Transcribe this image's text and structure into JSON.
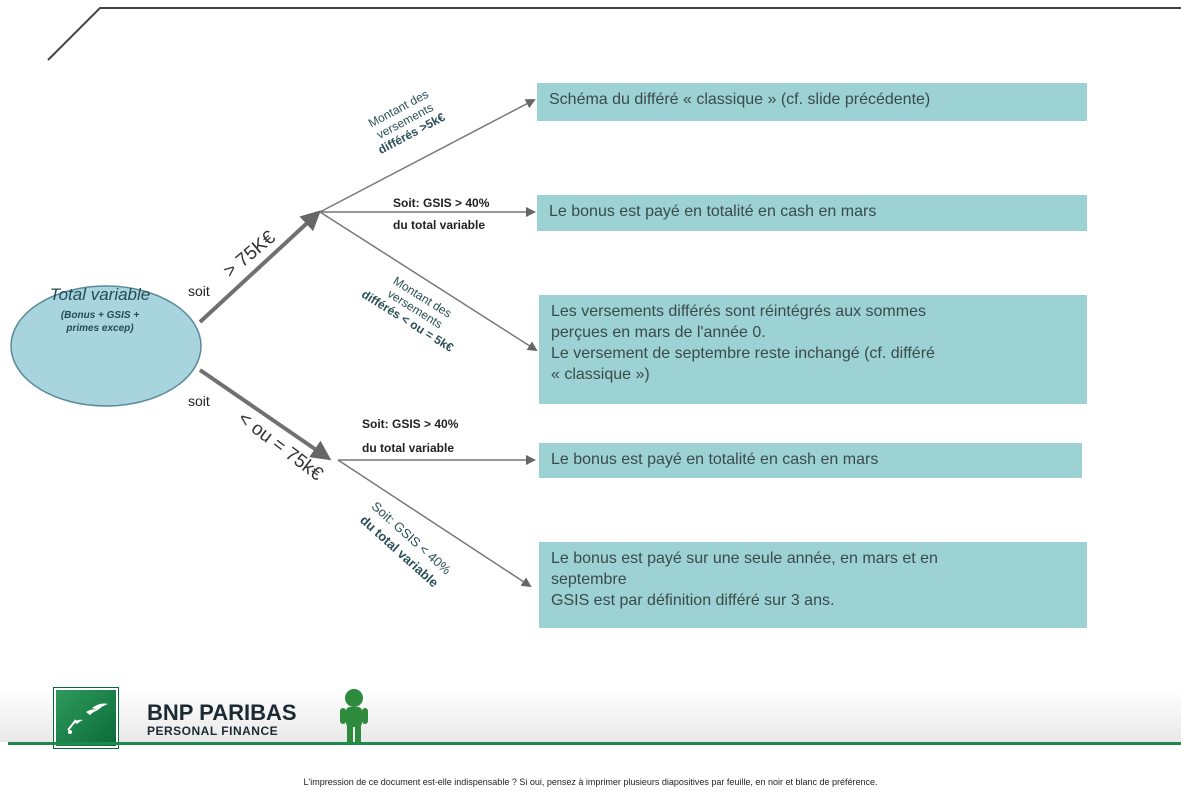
{
  "root": {
    "title": "Total variable",
    "subtitle": "(Bonus + GSIS + primes excep)"
  },
  "branches": {
    "upper": {
      "soit": "soit",
      "label": "> 75K€"
    },
    "lower": {
      "soit": "soit",
      "label": "< ou = 75k€"
    }
  },
  "edge_labels": {
    "upper_top": [
      "Montant des",
      "versements",
      "différés >5k€"
    ],
    "upper_mid": [
      "Soit: GSIS > 40%",
      "du total variable"
    ],
    "upper_bot": [
      "Montant des",
      "versements",
      "différés < ou = 5k€"
    ],
    "lower_top": [
      "Soit: GSIS > 40%",
      "du total variable"
    ],
    "lower_bot": [
      "Soit: GSIS < 40%",
      "du total variable"
    ]
  },
  "boxes": {
    "box1": [
      "Schéma  du différé « classique » (cf. slide précédente)"
    ],
    "box2": [
      "Le bonus  est payé  en  totalité en cash en  mars"
    ],
    "box3": [
      "Les versements  différés sont réintégrés  aux sommes",
      "perçues  en mars de l'année  0.",
      "Le versement  de septembre  reste inchangé (cf. différé",
      "« classique »)"
    ],
    "box4": [
      "Le bonus  est payé  en  totalité en cash en  mars"
    ],
    "box5": [
      "Le bonus  est payé  sur une seule année, en mars et en",
      "septembre",
      "GSIS est par définition différé sur 3 ans."
    ]
  },
  "footer": {
    "brand_name": "BNP PARIBAS",
    "brand_sub": "PERSONAL FINANCE",
    "notice": "L'impression de ce document est-elle indispensable ? Si oui, pensez à imprimer plusieurs diapositives par feuille, en noir et blanc de préférence."
  },
  "colors": {
    "box_fill": "#9dd2d4",
    "ellipse_fill": "#a8d4de",
    "brand_green": "#1e8b4d",
    "arrow": "#555555"
  }
}
